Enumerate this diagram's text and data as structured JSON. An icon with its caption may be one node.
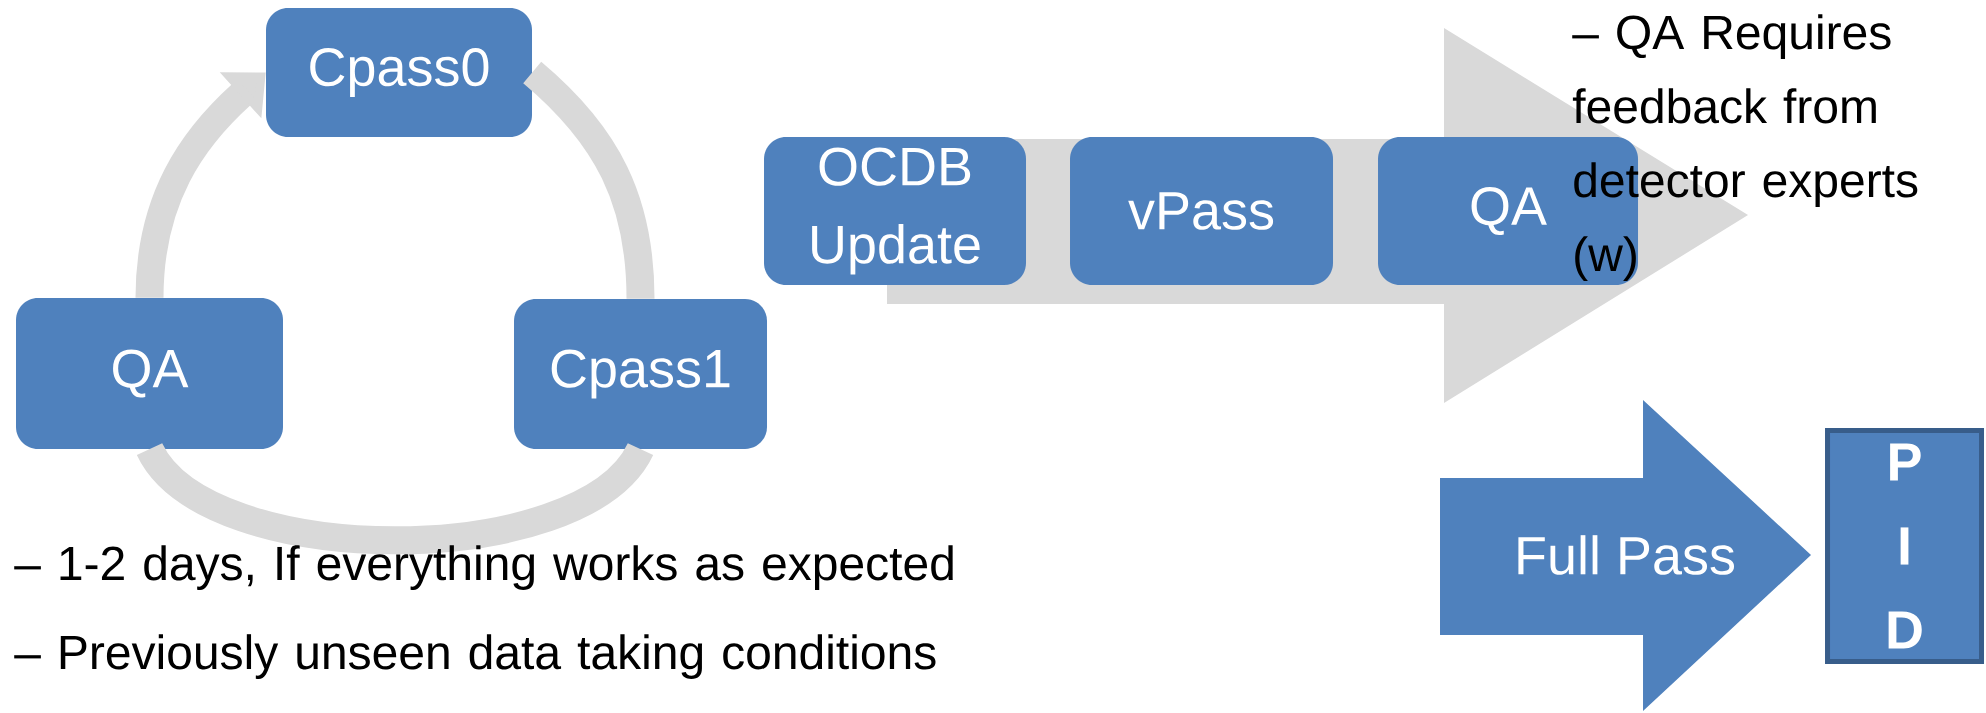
{
  "diagram": {
    "nodes": [
      {
        "text": [
          "Cpass0"
        ]
      },
      {
        "text": [
          "Cpass1"
        ]
      },
      {
        "text": [
          "QA"
        ]
      },
      {
        "text": [
          "OCDB Update"
        ]
      },
      {
        "text": [
          "vPass"
        ]
      },
      {
        "text": [
          "QA"
        ]
      },
      {
        "text": [
          "Full Pass"
        ]
      },
      {
        "text": [
          "P I D"
        ]
      }
    ],
    "edges": [
      {
        "from": 0,
        "to": 1,
        "arrow": "none"
      },
      {
        "from": 1,
        "to": 2,
        "arrow": "none"
      },
      {
        "from": 2,
        "to": 0,
        "arrow": "to"
      }
    ],
    "labels": [
      "– QA Requires feedback from detector experts (w)",
      "– 1-2 days, If everything works as expected",
      "– Previously unseen data taking conditions"
    ]
  }
}
